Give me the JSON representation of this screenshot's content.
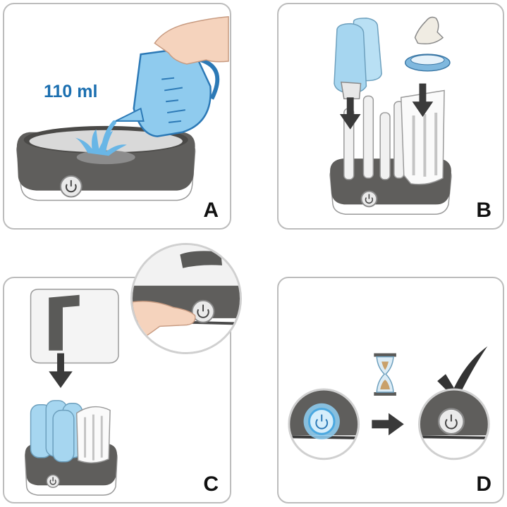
{
  "steps": [
    {
      "letter": "A",
      "volume_label": "110 ml"
    },
    {
      "letter": "B"
    },
    {
      "letter": "C"
    },
    {
      "letter": "D"
    }
  ],
  "colors": {
    "panel_border": "#bcbcbc",
    "appliance_dark": "#5f5e5c",
    "water_blue": "#69b6e6",
    "label_blue": "#1b6fb0",
    "arrow": "#3a3a3a"
  },
  "icons": [
    "jug-icon",
    "hand-icon",
    "power-button-icon",
    "bottle-icon",
    "teat-icon",
    "arrow-down-icon",
    "finger-press-icon",
    "hourglass-icon",
    "arrow-right-icon",
    "checkmark-icon"
  ]
}
